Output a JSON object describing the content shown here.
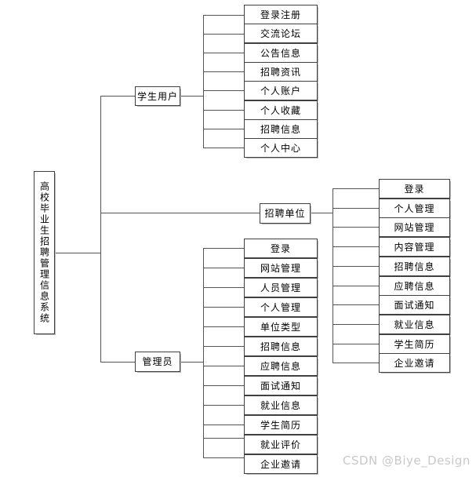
{
  "diagram": {
    "type": "tree-org-chart",
    "root": {
      "label": "高校毕业生招聘管理信息系统",
      "orientation": "vertical-text"
    },
    "branches": [
      {
        "id": "student",
        "label": "学生用户",
        "leaves": [
          "登录注册",
          "交流论坛",
          "公告信息",
          "招聘资讯",
          "个人账户",
          "个人收藏",
          "招聘信息",
          "个人中心"
        ]
      },
      {
        "id": "employer",
        "label": "招聘单位",
        "leaves": [
          "登录",
          "个人管理",
          "网站管理",
          "内容管理",
          "招聘信息",
          "应聘信息",
          "面试通知",
          "就业信息",
          "学生简历",
          "企业邀请"
        ]
      },
      {
        "id": "admin",
        "label": "管理员",
        "leaves": [
          "登录",
          "网站管理",
          "人员管理",
          "个人管理",
          "单位类型",
          "招聘信息",
          "应聘信息",
          "面试通知",
          "就业信息",
          "学生简历",
          "就业评价",
          "企业邀请"
        ]
      }
    ]
  },
  "watermark": {
    "text": "CSDN @Biye_Design"
  },
  "colors": {
    "box_border": "#404040",
    "box_shadow": "#b9b9b9",
    "line": "#555555",
    "background": "#ffffff",
    "text": "#000000",
    "watermark": "#c9c9c9"
  }
}
